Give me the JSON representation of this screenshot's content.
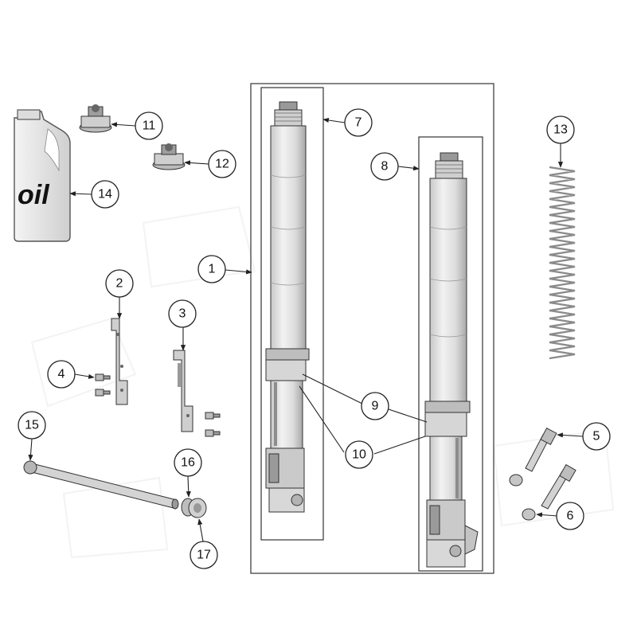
{
  "callouts": {
    "c1": "1",
    "c2": "2",
    "c3": "3",
    "c4": "4",
    "c5": "5",
    "c6": "6",
    "c7": "7",
    "c8": "8",
    "c9": "9",
    "c10": "10",
    "c11": "11",
    "c12": "12",
    "c13": "13",
    "c14": "14",
    "c15": "15",
    "c16": "16",
    "c17": "17"
  },
  "oil_label": "oil",
  "colors": {
    "tube": "#e6e6e6",
    "tube_dark": "#b9b9b9",
    "line": "#333333",
    "background": "#ffffff"
  }
}
